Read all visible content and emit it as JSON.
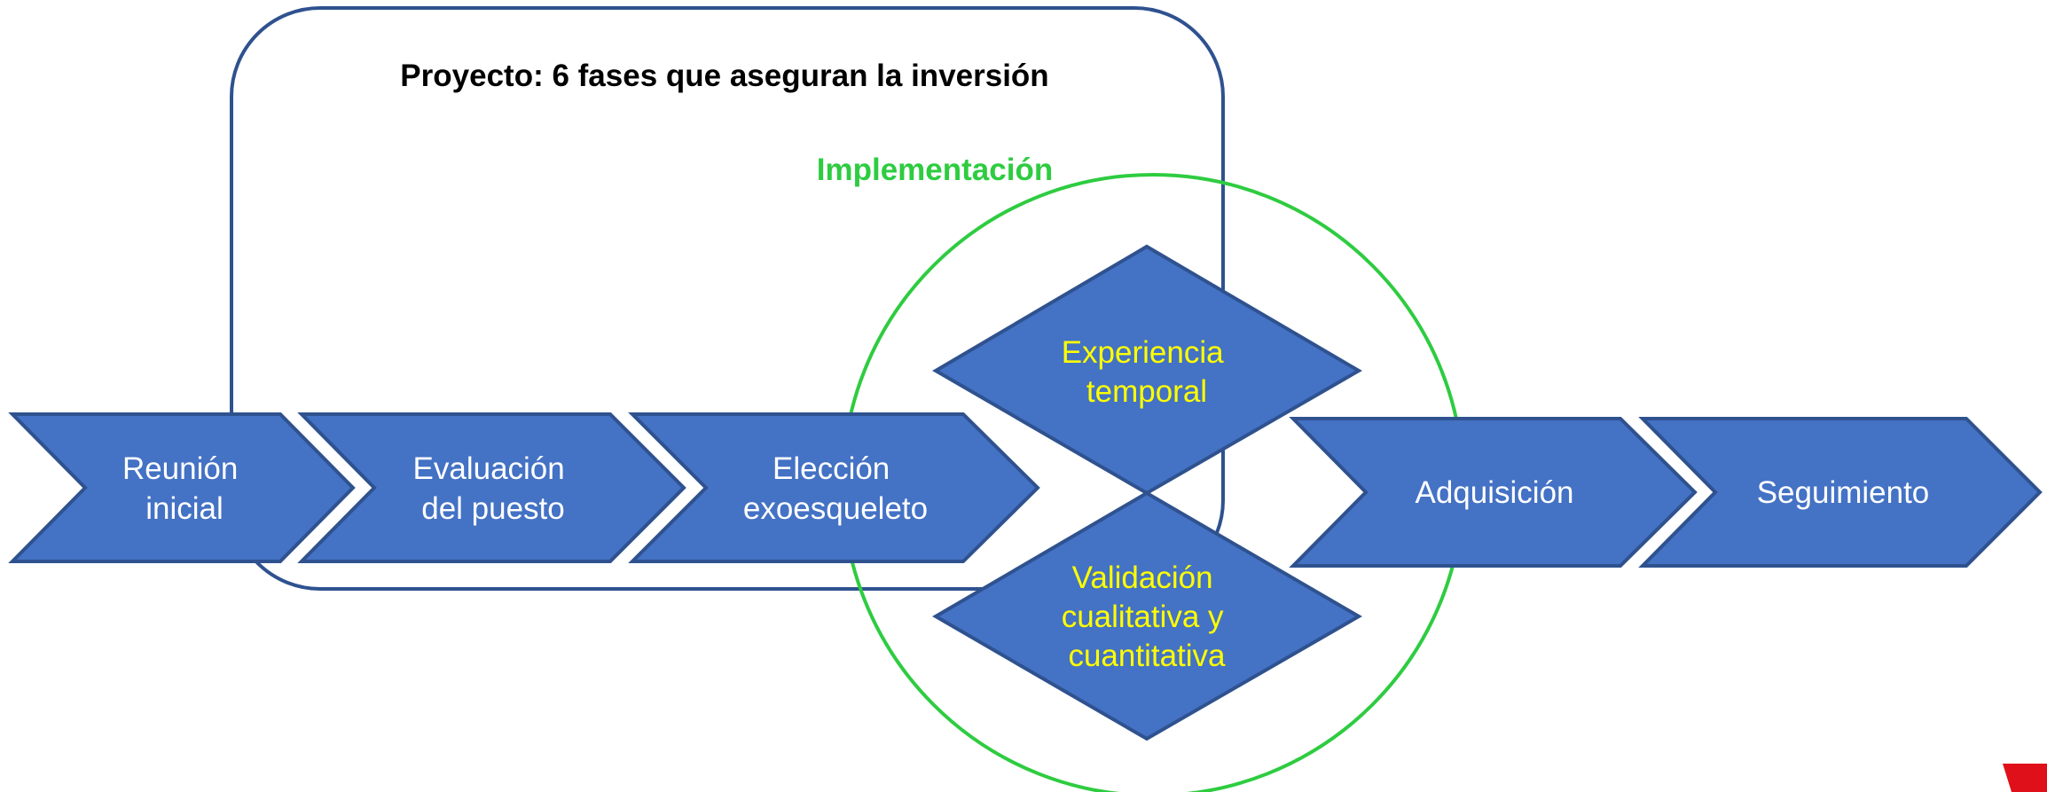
{
  "colors": {
    "project_box": "#2f528f",
    "implementation_circle": "#2ecc40",
    "implementation_label": "#2ecc40",
    "step_fill": "#4472c4",
    "step_stroke": "#2f528f",
    "step_text": "#ffffff",
    "diamond_text": "#ffff00",
    "title_text": "#000000",
    "corner_mark": "#e0101a"
  },
  "project": {
    "title": "Proyecto: 6 fases que aseguran la inversión"
  },
  "implementation": {
    "label": "Implementación"
  },
  "steps": [
    {
      "line1": "Reunión",
      "line2": "inicial"
    },
    {
      "line1": "Evaluación",
      "line2": "del puesto"
    },
    {
      "line1": "Elección",
      "line2": "exoesqueleto"
    },
    {
      "line1": "Adquisición"
    },
    {
      "line1": "Seguimiento"
    }
  ],
  "diamonds": [
    {
      "line1": "Experiencia",
      "line2": "temporal"
    },
    {
      "line1": "Validación",
      "line2": "cualitativa y",
      "line3": "cuantitativa"
    }
  ]
}
